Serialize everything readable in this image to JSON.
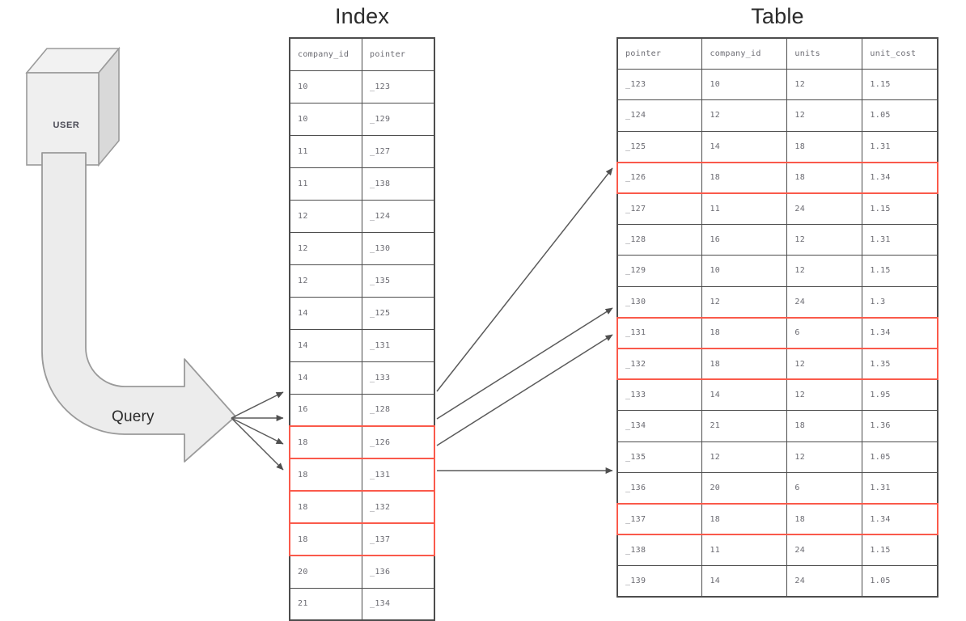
{
  "titles": {
    "index": "Index",
    "table": "Table"
  },
  "actor": {
    "label": "USER",
    "shape": "cube-icon"
  },
  "query": {
    "label": "Query",
    "shape": "bent-block-arrow-icon"
  },
  "index_table": {
    "columns": [
      "company_id",
      "pointer"
    ],
    "rows": [
      {
        "company_id": "10",
        "pointer": "_123",
        "highlighted": false
      },
      {
        "company_id": "10",
        "pointer": "_129",
        "highlighted": false
      },
      {
        "company_id": "11",
        "pointer": "_127",
        "highlighted": false
      },
      {
        "company_id": "11",
        "pointer": "_138",
        "highlighted": false
      },
      {
        "company_id": "12",
        "pointer": "_124",
        "highlighted": false
      },
      {
        "company_id": "12",
        "pointer": "_130",
        "highlighted": false
      },
      {
        "company_id": "12",
        "pointer": "_135",
        "highlighted": false
      },
      {
        "company_id": "14",
        "pointer": "_125",
        "highlighted": false
      },
      {
        "company_id": "14",
        "pointer": "_131",
        "highlighted": false
      },
      {
        "company_id": "14",
        "pointer": "_133",
        "highlighted": false
      },
      {
        "company_id": "16",
        "pointer": "_128",
        "highlighted": false
      },
      {
        "company_id": "18",
        "pointer": "_126",
        "highlighted": true
      },
      {
        "company_id": "18",
        "pointer": "_131",
        "highlighted": true
      },
      {
        "company_id": "18",
        "pointer": "_132",
        "highlighted": true
      },
      {
        "company_id": "18",
        "pointer": "_137",
        "highlighted": true
      },
      {
        "company_id": "20",
        "pointer": "_136",
        "highlighted": false
      },
      {
        "company_id": "21",
        "pointer": "_134",
        "highlighted": false
      }
    ]
  },
  "data_table": {
    "columns": [
      "pointer",
      "company_id",
      "units",
      "unit_cost"
    ],
    "rows": [
      {
        "pointer": "_123",
        "company_id": "10",
        "units": "12",
        "unit_cost": "1.15",
        "highlighted": false
      },
      {
        "pointer": "_124",
        "company_id": "12",
        "units": "12",
        "unit_cost": "1.05",
        "highlighted": false
      },
      {
        "pointer": "_125",
        "company_id": "14",
        "units": "18",
        "unit_cost": "1.31",
        "highlighted": false
      },
      {
        "pointer": "_126",
        "company_id": "18",
        "units": "18",
        "unit_cost": "1.34",
        "highlighted": true
      },
      {
        "pointer": "_127",
        "company_id": "11",
        "units": "24",
        "unit_cost": "1.15",
        "highlighted": false
      },
      {
        "pointer": "_128",
        "company_id": "16",
        "units": "12",
        "unit_cost": "1.31",
        "highlighted": false
      },
      {
        "pointer": "_129",
        "company_id": "10",
        "units": "12",
        "unit_cost": "1.15",
        "highlighted": false
      },
      {
        "pointer": "_130",
        "company_id": "12",
        "units": "24",
        "unit_cost": "1.3",
        "highlighted": false
      },
      {
        "pointer": "_131",
        "company_id": "18",
        "units": "6",
        "unit_cost": "1.34",
        "highlighted": true
      },
      {
        "pointer": "_132",
        "company_id": "18",
        "units": "12",
        "unit_cost": "1.35",
        "highlighted": true
      },
      {
        "pointer": "_133",
        "company_id": "14",
        "units": "12",
        "unit_cost": "1.95",
        "highlighted": false
      },
      {
        "pointer": "_134",
        "company_id": "21",
        "units": "18",
        "unit_cost": "1.36",
        "highlighted": false
      },
      {
        "pointer": "_135",
        "company_id": "12",
        "units": "12",
        "unit_cost": "1.05",
        "highlighted": false
      },
      {
        "pointer": "_136",
        "company_id": "20",
        "units": "6",
        "unit_cost": "1.31",
        "highlighted": false
      },
      {
        "pointer": "_137",
        "company_id": "18",
        "units": "18",
        "unit_cost": "1.34",
        "highlighted": true
      },
      {
        "pointer": "_138",
        "company_id": "11",
        "units": "24",
        "unit_cost": "1.15",
        "highlighted": false
      },
      {
        "pointer": "_139",
        "company_id": "14",
        "units": "24",
        "unit_cost": "1.05",
        "highlighted": false
      }
    ]
  },
  "colors": {
    "highlight": "#fa5a4b",
    "border": "#4d4d4d",
    "text": "#6b6b72",
    "shape_fill": "#ececec",
    "shape_stroke": "#9a9a9a",
    "connector": "#5a5a5a"
  }
}
